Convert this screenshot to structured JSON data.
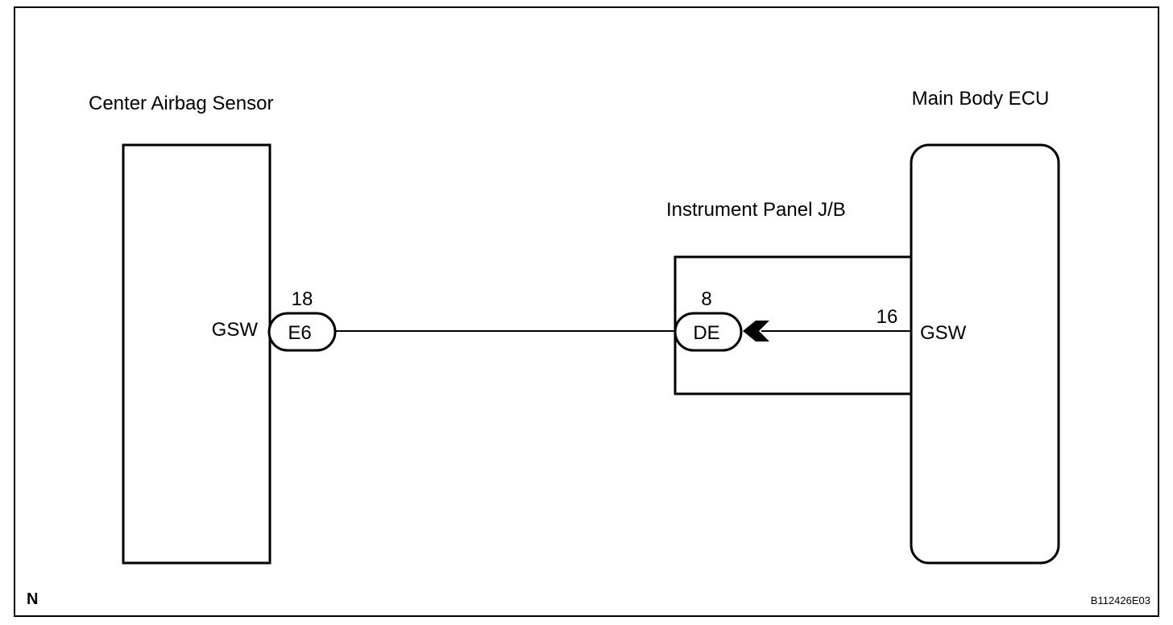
{
  "diagram": {
    "components": {
      "center_airbag_sensor": {
        "title": "Center Airbag Sensor",
        "terminal": "GSW",
        "pin": "18",
        "connector": "E6"
      },
      "instrument_panel_jb": {
        "title": "Instrument Panel J/B",
        "pin": "8",
        "connector": "DE"
      },
      "main_body_ecu": {
        "title": "Main Body ECU",
        "terminal": "GSW",
        "pin": "16"
      }
    },
    "corner_mark": "N",
    "figure_code": "B112426E03"
  }
}
